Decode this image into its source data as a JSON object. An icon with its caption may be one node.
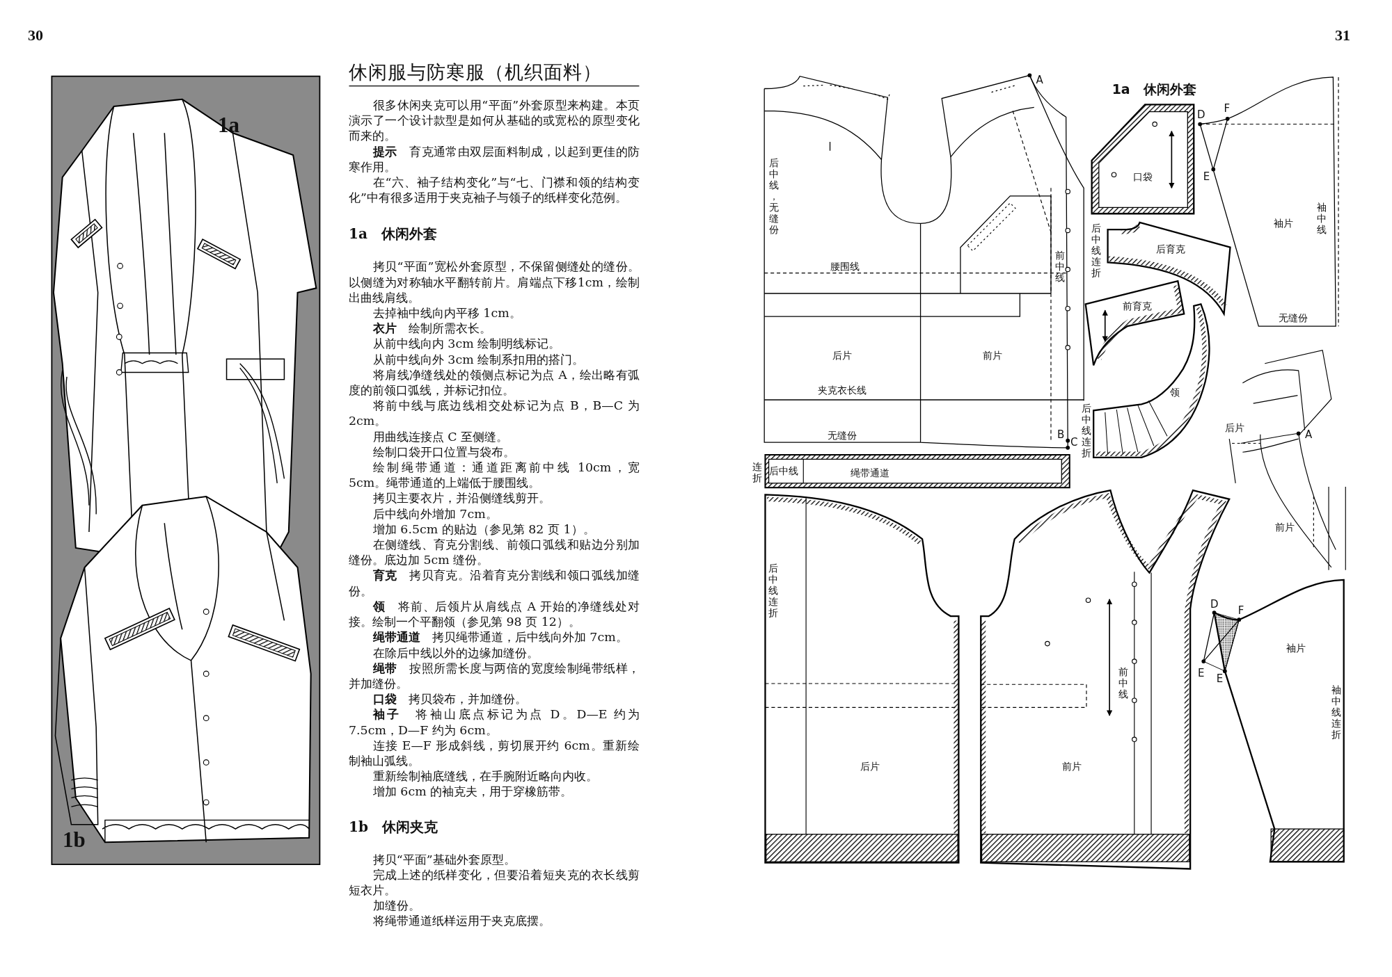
{
  "diagram": {
    "title": "休闲服与防寒服（机织面料）",
    "labels": [
      "30",
      "1a",
      "1b",
      "很多休闲夹克可以用“平面”外套原型来构建。本页演示了一个设计款型是如何从基础的或宽松的原型变化而来的。",
      "**提示**　育克通常由双层面料制成，以起到更佳的防寒作用。",
      "在“六、袖子结构变化”与“七、门襟和领的结构变化”中有很多适用于夹克袖子与领子的纸样变化范例。",
      "1a　休闲外套",
      "拷贝“平面”宽松外套原型，不保留侧缝处的缝份。以侧缝为对称轴水平翻转前片。肩端点下移1cm，绘制出曲线肩线。",
      "去掉袖中线向内平移 1cm。",
      "**衣片**　绘制所需衣长。",
      "从前中线向内 3cm 绘制明线标记。",
      "从前中线向外 3cm 绘制系扣用的搭门。",
      "将肩线净缝线处的领侧点标记为点 A，绘出略有弧度的前领口弧线，并标记扣位。",
      "将前中线与底边线相交处标记为点 B，B—C 为2cm。",
      "用曲线连接点 C 至侧缝。",
      "绘制口袋开口位置与袋布。",
      "绘制绳带通道：通道距离前中线 10cm，宽 5cm。绳带通道的上端低于腰围线。",
      "拷贝主要衣片，并沿侧缝线剪开。",
      "后中线向外增加 7cm。",
      "增加 6.5cm 的贴边（参见第 82 页 1）。",
      "在侧缝线、育克分割线、前领口弧线和贴边分别加缝份。底边加 5cm 缝份。",
      "**育克**　拷贝育克。沿着育克分割线和领口弧线加缝份。",
      "**领**　将前、后领片从肩线点 A 开始的净缝线处对接。绘制一个平翻领（参见第 98 页 12）。",
      "**绳带通道**　拷贝绳带通道，后中线向外加 7cm。",
      "在除后中线以外的边缘加缝份。",
      "**绳带**　按照所需长度与两倍的宽度绘制绳带纸样，并加缝份。",
      "**口袋**　拷贝袋布，并加缝份。",
      "**袖子**　将袖山底点标记为点 D。D—E 约为 7.5cm，D—F 约为 6cm。",
      "连接 E—F 形成斜线，剪切展开约 6cm。重新绘制袖山弧线。",
      "重新绘制袖底缝线，在手腕附近略向内收。",
      "增加 6cm 的袖克夫，用于穿橡筋带。",
      "1b　休闲夹克",
      "拷贝“平面”基础外套原型。",
      "完成上述的纸样变化，但要沿着短夹克的衣长线剪短衣片。",
      "加缝份。",
      "将绳带通道纸样运用于夹克底摆。",
      "31",
      "后中线，无缝份",
      "腰围线",
      "后片",
      "前片",
      "夹克衣长线",
      "无缝份",
      "前中线",
      "A",
      "B",
      "C",
      "连折",
      "后中线",
      "绳带通道",
      "1a　休闲外套",
      "D",
      "F",
      "口袋",
      "E",
      "袖片",
      "袖中线",
      "无缝份",
      "后中线连折",
      "后育克",
      "前育克",
      "领",
      "后中线连折",
      "后片",
      "A",
      "前片",
      "后中线连折",
      "后片",
      "前片",
      "前中线",
      "D",
      "F",
      "E",
      "E",
      "袖片",
      "袖中线连折"
    ]
  }
}
